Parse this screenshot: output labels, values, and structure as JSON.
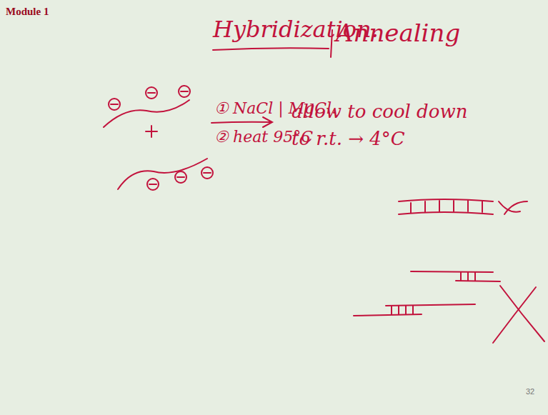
{
  "diagram": {
    "labels": [
      "Module 1",
      "Hybridization.",
      "Annealing",
      "①",
      "NaCl | MgCl.",
      "②",
      "heat 95°C",
      "allow to cool down",
      "to r.t. → 4°C",
      "32"
    ]
  }
}
